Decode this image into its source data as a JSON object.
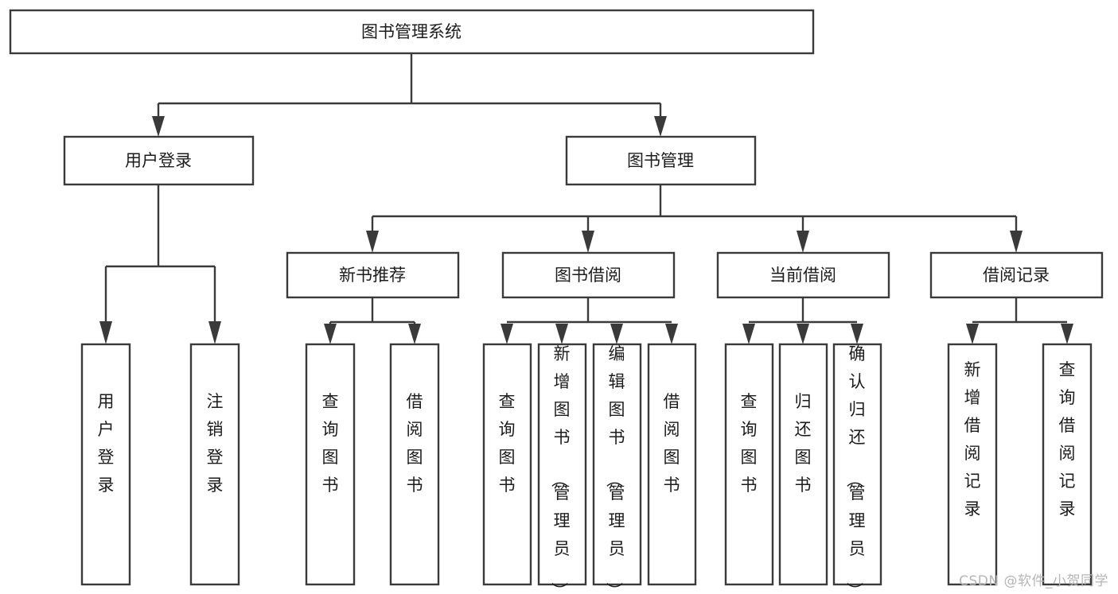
{
  "diagram": {
    "type": "tree-hierarchy",
    "title": "图书管理系统",
    "watermark": "CSDN @软件_小贺同学",
    "colors": {
      "background": "#ffffff",
      "box_fill": "#ffffff",
      "box_stroke": "#3a3a3a",
      "connector": "#3a3a3a",
      "label_text": "#1c1c1c",
      "watermark_text": "#b6b6b6"
    },
    "root": {
      "id": "root",
      "label": "图书管理系统"
    },
    "level2": [
      {
        "id": "user-login",
        "label": "用户登录"
      },
      {
        "id": "book-management",
        "label": "图书管理"
      }
    ],
    "level3": [
      {
        "id": "new-book-recommend",
        "label": "新书推荐",
        "parent": "book-management"
      },
      {
        "id": "book-borrow",
        "label": "图书借阅",
        "parent": "book-management"
      },
      {
        "id": "current-borrow",
        "label": "当前借阅",
        "parent": "book-management"
      },
      {
        "id": "borrow-record",
        "label": "借阅记录",
        "parent": "book-management"
      }
    ],
    "leaves": {
      "user-login": [
        {
          "id": "leaf-user-login",
          "label": "用户登录"
        },
        {
          "id": "leaf-logout-login",
          "label": "注销登录"
        }
      ],
      "new-book-recommend": [
        {
          "id": "leaf-query-book-1",
          "label": "查询图书"
        },
        {
          "id": "leaf-borrow-book-1",
          "label": "借阅图书"
        }
      ],
      "book-borrow": [
        {
          "id": "leaf-query-book-2",
          "label": "查询图书"
        },
        {
          "id": "leaf-add-book",
          "label": "新增图书（管理员）"
        },
        {
          "id": "leaf-edit-book",
          "label": "编辑图书（管理员）"
        },
        {
          "id": "leaf-borrow-book-2",
          "label": "借阅图书"
        }
      ],
      "current-borrow": [
        {
          "id": "leaf-query-book-3",
          "label": "查询图书"
        },
        {
          "id": "leaf-return-book",
          "label": "归还图书"
        },
        {
          "id": "leaf-confirm-return",
          "label": "确认归还（管理员）"
        }
      ],
      "borrow-record": [
        {
          "id": "leaf-add-record",
          "label": "新增借阅记录"
        },
        {
          "id": "leaf-query-record",
          "label": "查询借阅记录"
        }
      ]
    }
  }
}
